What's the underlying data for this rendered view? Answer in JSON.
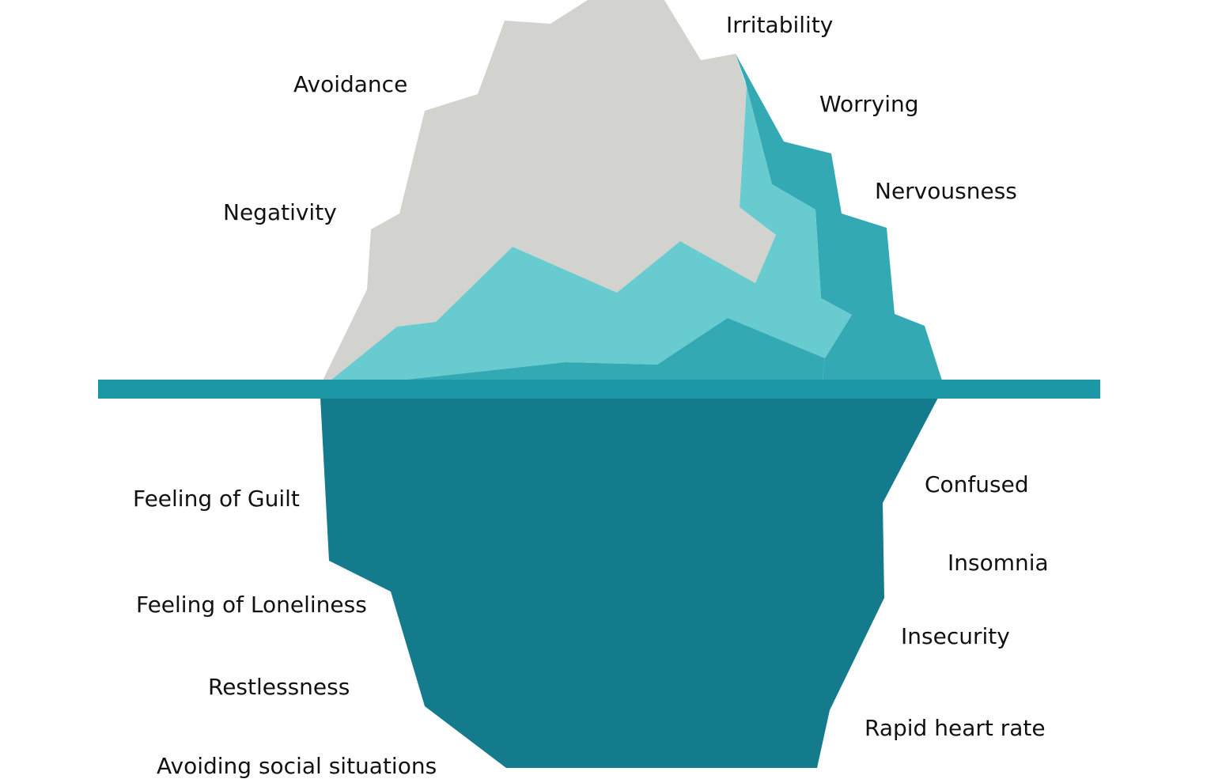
{
  "colors": {
    "ice_top": "#d2d3ce",
    "ice_light": "#67cbcf",
    "ice_mid": "#33a9b4",
    "waterline": "#1c97a5",
    "underwater": "#137b8b",
    "text": "#111111"
  },
  "above_water": {
    "avoidance": "Avoidance",
    "negativity": "Negativity",
    "irritability": "Irritability",
    "worrying": "Worrying",
    "nervousness": "Nervousness"
  },
  "below_water": {
    "guilt": "Feeling of Guilt",
    "loneliness": "Feeling of Loneliness",
    "restlessness": "Restlessness",
    "avoiding_social": "Avoiding social situations",
    "confused": "Confused",
    "insomnia": "Insomnia",
    "insecurity": "Insecurity",
    "rapid_heart_rate": "Rapid heart rate"
  }
}
